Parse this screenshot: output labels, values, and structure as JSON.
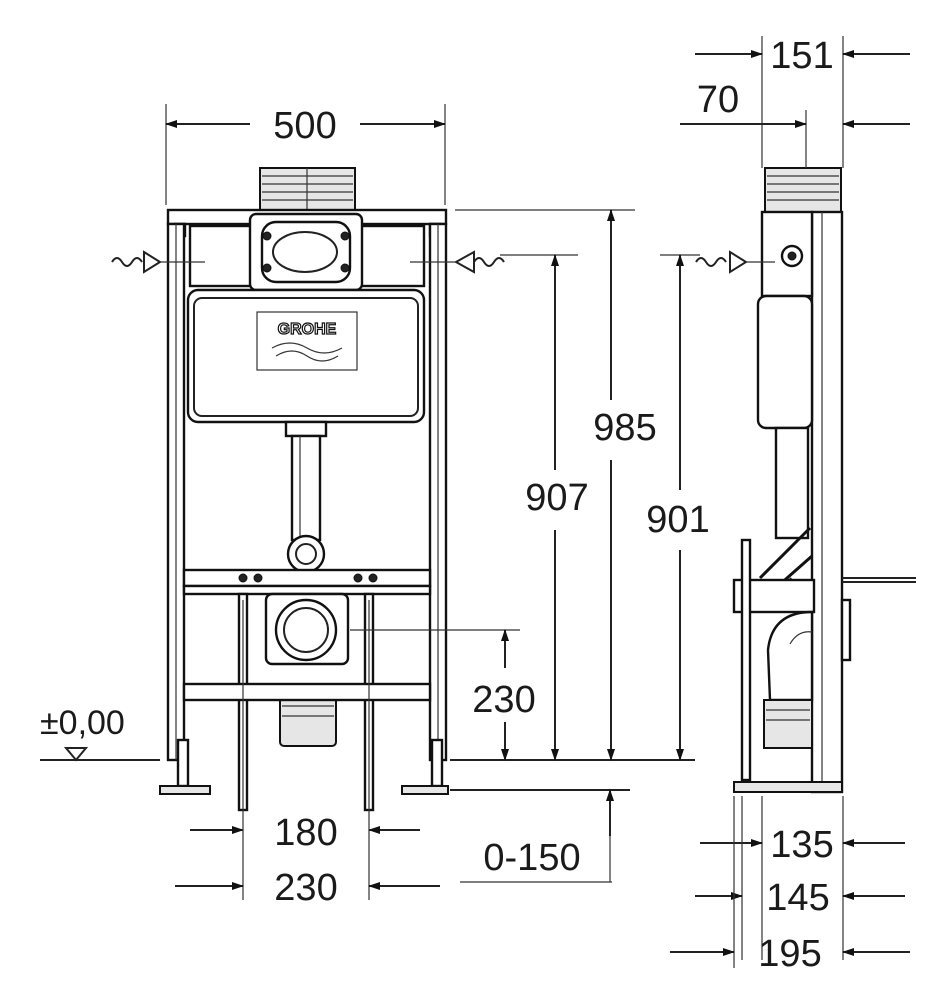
{
  "dimensions": {
    "width_total": "500",
    "height_total": "985",
    "height_inlet": "907",
    "height_side_inlet": "901",
    "outlet_height": "230",
    "level_ref": "±0,00",
    "bolt_spacing_inner": "180",
    "bolt_spacing_outer": "230",
    "floor_adjust": "0-150",
    "depth_top": "151",
    "depth_inlet": "70",
    "depth_135": "135",
    "depth_145": "145",
    "depth_195": "195"
  },
  "logo": {
    "text": "GROHE"
  }
}
